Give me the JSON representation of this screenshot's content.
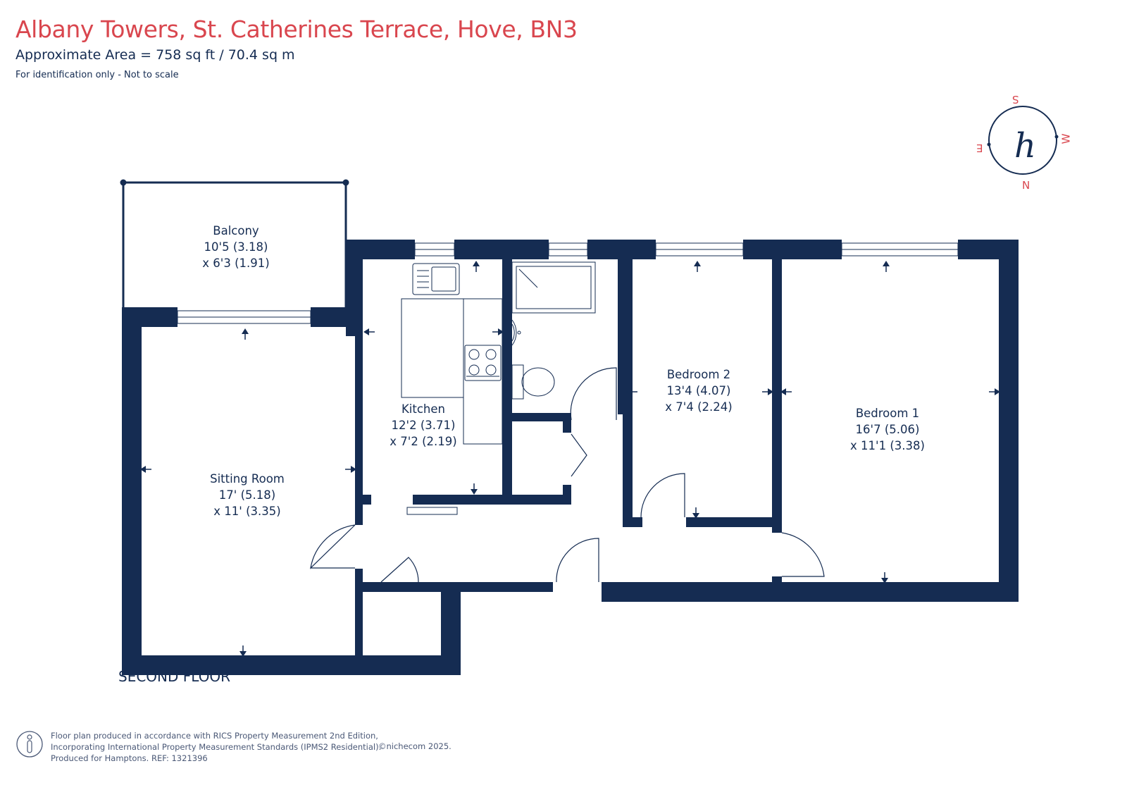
{
  "header": {
    "title": "Albany Towers, St. Catherines Terrace, Hove, BN3",
    "area": "Approximate Area = 758 sq ft / 70.4 sq m",
    "note": "For identification only - Not to scale"
  },
  "rooms": {
    "balcony": {
      "name": "Balcony",
      "dim1": "10'5 (3.18)",
      "dim2": "x 6'3 (1.91)"
    },
    "sitting_room": {
      "name": "Sitting Room",
      "dim1": "17' (5.18)",
      "dim2": "x 11' (3.35)"
    },
    "kitchen": {
      "name": "Kitchen",
      "dim1": "12'2 (3.71)",
      "dim2": "x 7'2 (2.19)"
    },
    "bedroom2": {
      "name": "Bedroom 2",
      "dim1": "13'4 (4.07)",
      "dim2": "x 7'4 (2.24)"
    },
    "bedroom1": {
      "name": "Bedroom 1",
      "dim1": "16'7 (5.06)",
      "dim2": "x 11'1 (3.38)"
    }
  },
  "floor_label": "SECOND FLOOR",
  "compass": {
    "north": "N",
    "south": "S",
    "east": "E",
    "west": "W",
    "logo": "h"
  },
  "footer": {
    "line1": "Floor plan produced in accordance with RICS Property Measurement 2nd Edition,",
    "line2": "Incorporating International Property Measurement Standards (IPMS2 Residential).",
    "line3": "Produced for Hamptons.   REF:  1321396",
    "copyright": "©nichecom 2025."
  },
  "colors": {
    "wall": "#152c52",
    "title": "#d9464e",
    "text": "#152c52"
  }
}
